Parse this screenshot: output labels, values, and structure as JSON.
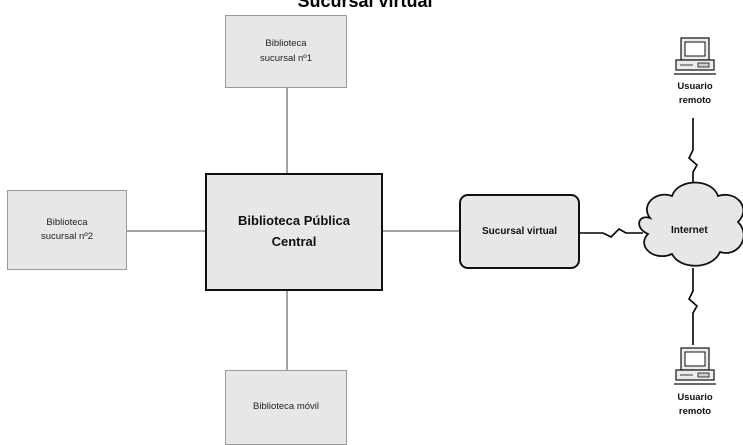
{
  "title": "Sucursal virtual",
  "nodes": {
    "branch1": "Biblioteca\nsucursal nº1",
    "branch2": "Biblioteca\nsucursal nº2",
    "central": "Biblioteca Pública\nCentral",
    "mobile": "Biblioteca móvil",
    "virtual": "Sucursal virtual",
    "internet": "Internet"
  },
  "users": {
    "top": "Usuario\nremoto",
    "bottom": "Usuario\nremoto"
  },
  "icons": {
    "computer": "computer-icon",
    "cloud": "cloud-icon",
    "link": "lightning-link-icon"
  }
}
